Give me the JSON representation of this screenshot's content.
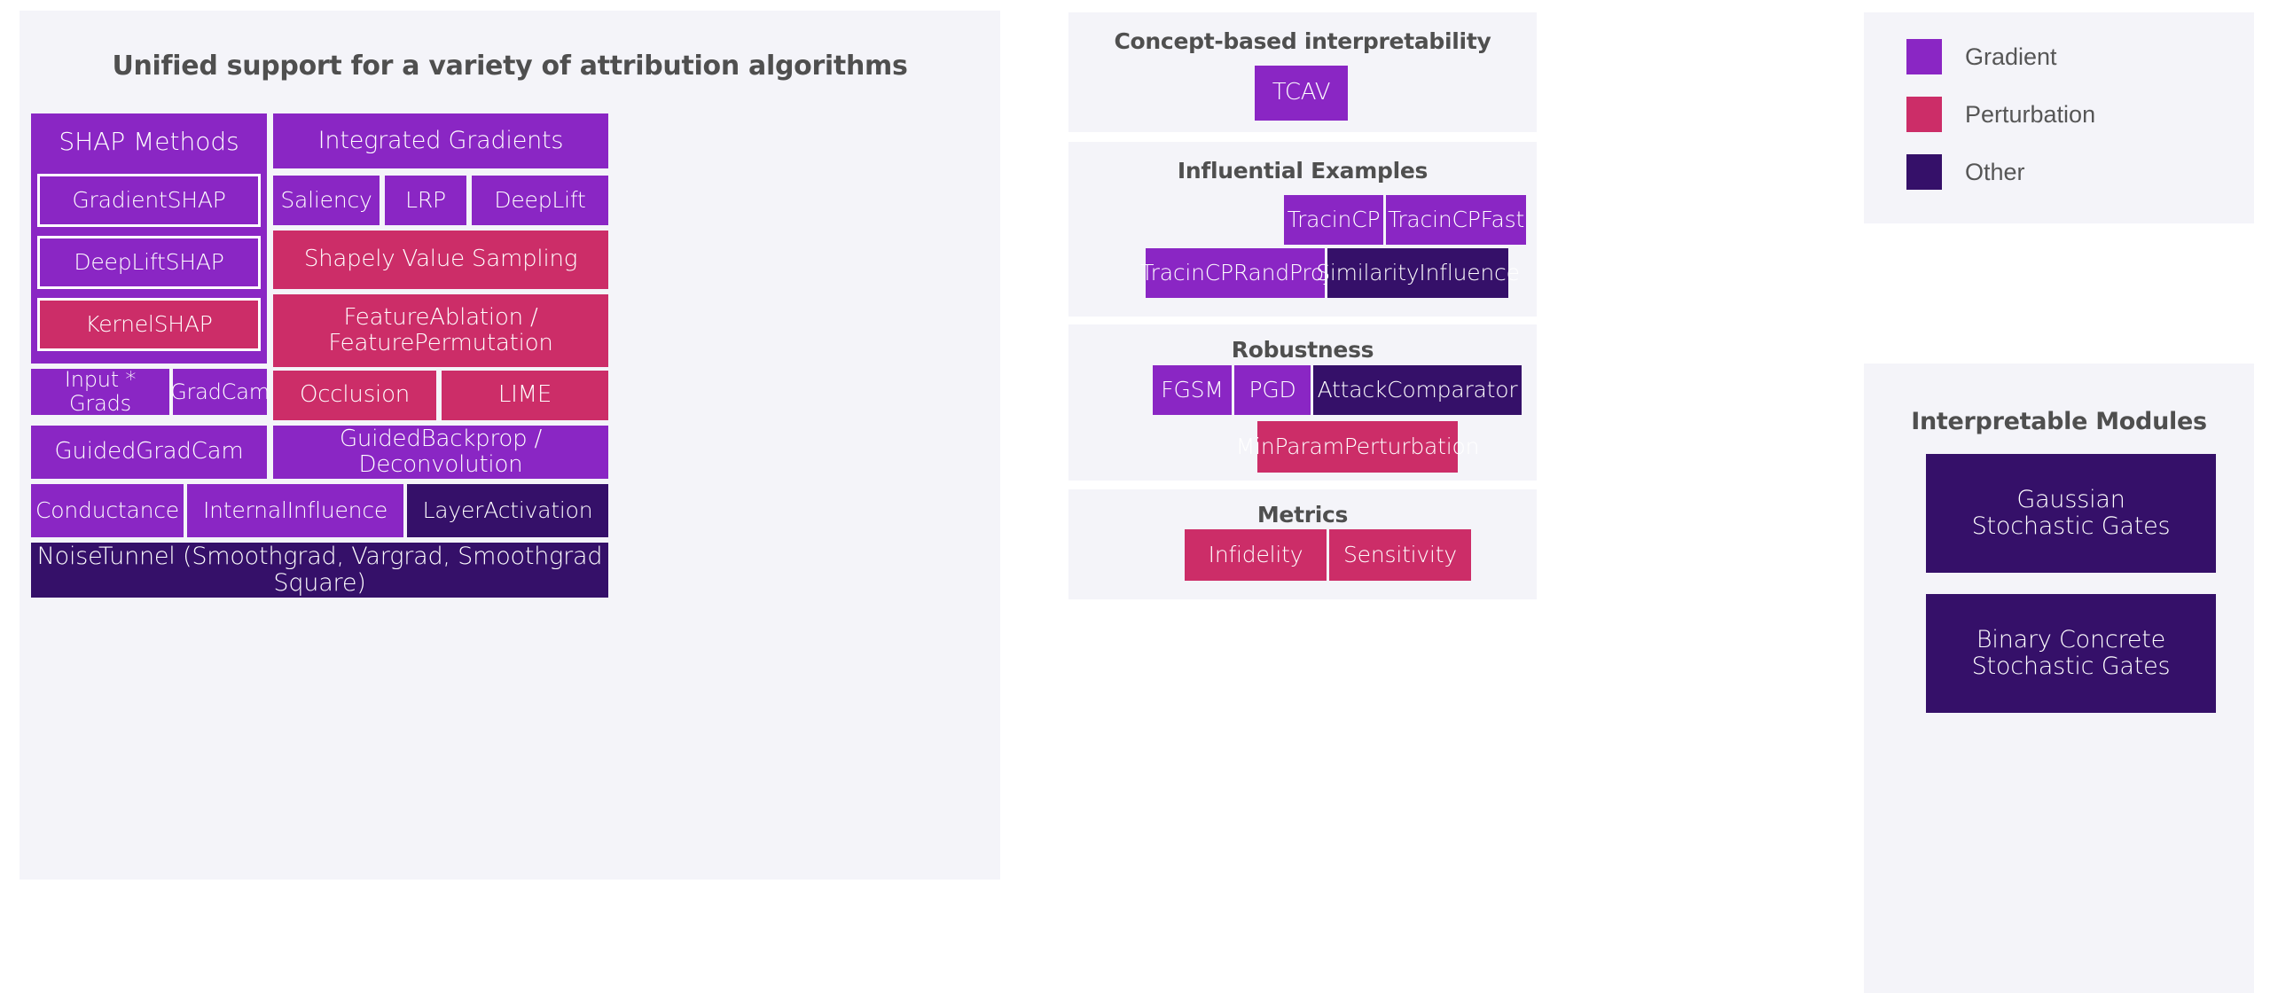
{
  "colors": {
    "gradient": "#8a26c4",
    "perturbation": "#cc2d68",
    "other": "#351069",
    "panel_bg": "#f4f4f9",
    "page_bg": "#ffffff",
    "title_text": "#4f4f4f",
    "block_text": "#ffffff"
  },
  "left_panel": {
    "title": "Unified support for a variety of attribution algorithms",
    "shap_group": {
      "header": "SHAP Methods",
      "items": [
        {
          "label": "GradientSHAP",
          "type": "gradient"
        },
        {
          "label": "DeepLiftSHAP",
          "type": "gradient"
        },
        {
          "label": "KernelSHAP",
          "type": "perturbation"
        }
      ]
    },
    "blocks": [
      {
        "label": "Integrated Gradients",
        "type": "gradient"
      },
      {
        "label": "Saliency",
        "type": "gradient"
      },
      {
        "label": "LRP",
        "type": "gradient"
      },
      {
        "label": "DeepLift",
        "type": "gradient"
      },
      {
        "label": "Shapely Value Sampling",
        "type": "perturbation"
      },
      {
        "label": "FeatureAblation /\nFeaturePermutation",
        "type": "perturbation"
      },
      {
        "label": "Occlusion",
        "type": "perturbation"
      },
      {
        "label": "LIME",
        "type": "perturbation"
      },
      {
        "label": "Input * Grads",
        "type": "gradient"
      },
      {
        "label": "GradCam",
        "type": "gradient"
      },
      {
        "label": "GuidedGradCam",
        "type": "gradient"
      },
      {
        "label": "GuidedBackprop / Deconvolution",
        "type": "gradient"
      },
      {
        "label": "Conductance",
        "type": "gradient"
      },
      {
        "label": "InternalInfluence",
        "type": "gradient"
      },
      {
        "label": "LayerActivation",
        "type": "other"
      },
      {
        "label": "NoiseTunnel (Smoothgrad, Vargrad, Smoothgrad Square)",
        "type": "other"
      }
    ]
  },
  "concept_panel": {
    "title": "Concept-based interpretability",
    "blocks": [
      {
        "label": "TCAV",
        "type": "gradient"
      }
    ]
  },
  "influential_panel": {
    "title": "Influential Examples",
    "blocks": [
      {
        "label": "TracinCP",
        "type": "gradient"
      },
      {
        "label": "TracinCPFast",
        "type": "gradient"
      },
      {
        "label": "TracinCPRandProj",
        "type": "gradient"
      },
      {
        "label": "SimilarityInfluence",
        "type": "other"
      }
    ]
  },
  "robustness_panel": {
    "title": "Robustness",
    "blocks": [
      {
        "label": "FGSM",
        "type": "gradient"
      },
      {
        "label": "PGD",
        "type": "gradient"
      },
      {
        "label": "AttackComparator",
        "type": "other"
      },
      {
        "label": "MinParamPerturbation",
        "type": "perturbation"
      }
    ]
  },
  "metrics_panel": {
    "title": "Metrics",
    "blocks": [
      {
        "label": "Infidelity",
        "type": "perturbation"
      },
      {
        "label": "Sensitivity",
        "type": "perturbation"
      }
    ]
  },
  "legend": {
    "items": [
      {
        "label": "Gradient",
        "color": "#8a26c4"
      },
      {
        "label": "Perturbation",
        "color": "#cc2d68"
      },
      {
        "label": "Other",
        "color": "#351069"
      }
    ]
  },
  "modules_panel": {
    "title": "Interpretable Modules",
    "blocks": [
      {
        "label": "Gaussian\nStochastic Gates",
        "type": "other"
      },
      {
        "label": "Binary Concrete\nStochastic Gates",
        "type": "other"
      }
    ]
  }
}
